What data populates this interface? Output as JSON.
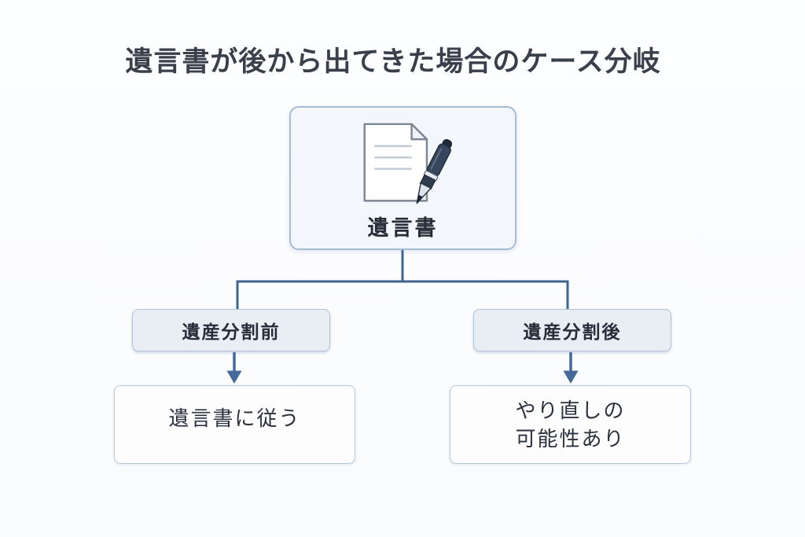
{
  "title": "遺言書が後から出てきた場合のケース分岐",
  "flowchart": {
    "root": {
      "label": "遺言書",
      "icon": "document-pen-icon"
    },
    "branches": [
      {
        "label": "遺産分割前"
      },
      {
        "label": "遺産分割後"
      }
    ],
    "outcomes": [
      {
        "lines": [
          "遺言書に従う",
          ""
        ]
      },
      {
        "lines": [
          "やり直しの",
          "可能性あり"
        ]
      }
    ]
  },
  "colors": {
    "connector": "#3f648f",
    "arrow": "#44699a",
    "root_box_bg": "#f3f7fb",
    "root_box_border": "#a6bcd5",
    "branch_box_bg": "#e9eef5",
    "box_border": "#b0c2d7",
    "outcome_box_bg": "#fdfdfe",
    "title_text": "#3a404b",
    "box_text": "#272d38",
    "pen_body": "#36465c",
    "paper_outline": "#7d8694"
  }
}
